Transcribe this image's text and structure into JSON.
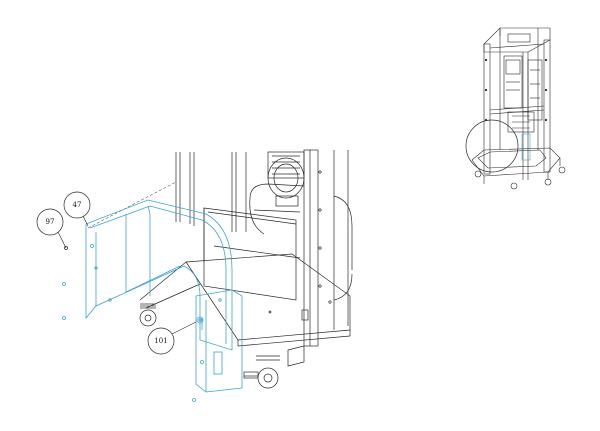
{
  "callouts": [
    {
      "label": "97"
    },
    {
      "label": "47"
    },
    {
      "label": "101"
    }
  ],
  "colors": {
    "linework": "#2a2a2a",
    "highlight": "#3aa6d8",
    "background": "#ffffff"
  }
}
